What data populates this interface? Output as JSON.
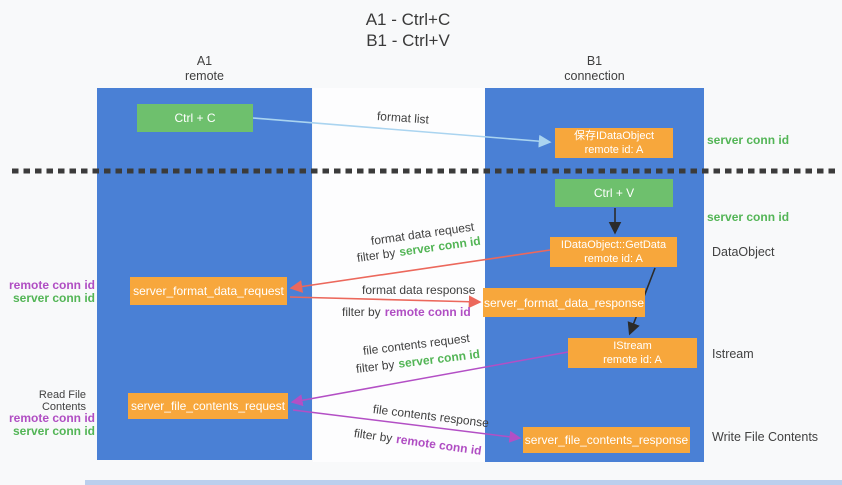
{
  "title": {
    "line1": "A1 - Ctrl+C",
    "line2": "B1 - Ctrl+V"
  },
  "lanes": {
    "left": {
      "title": "A1",
      "subtitle": "remote"
    },
    "right": {
      "title": "B1",
      "subtitle": "connection"
    }
  },
  "nodes": {
    "ctrl_c": "Ctrl + C",
    "ctrl_v": "Ctrl + V",
    "save_dataobject": {
      "line1": "保存IDataObject",
      "line2": "remote id: A"
    },
    "getdata": {
      "line1": "IDataObject::GetData",
      "line2": "remote id: A"
    },
    "istream": {
      "line1": "IStream",
      "line2": "remote id: A"
    },
    "server_format_data_request": "server_format_data_request",
    "server_format_data_response": "server_format_data_response",
    "server_file_contents_request": "server_file_contents_request",
    "server_file_contents_response": "server_file_contents_response"
  },
  "edges": {
    "format_list": "format list",
    "format_data_request": "format data request",
    "format_data_response": "format data response",
    "file_contents_request": "file contents request",
    "file_contents_response": "file contents response",
    "filter_by": "filter by",
    "server_conn_id": "server conn id",
    "remote_conn_id": "remote conn id"
  },
  "side_labels": {
    "server_conn_id_top": "server conn id",
    "server_conn_id_mid": "server conn id",
    "dataobject": "DataObject",
    "istream": "Istream",
    "read_file_contents": "Read File Contents",
    "write_file_contents": "Write File Contents",
    "remote_conn_id": "remote conn id",
    "server_conn_id": "server conn id"
  },
  "colors": {
    "lane_blue": "#4a80d5",
    "box_green": "#6ec06d",
    "box_orange": "#f7a73c",
    "arrow_red": "#ec685c",
    "arrow_purple": "#b34fc5",
    "arrow_blue": "#aad4f0",
    "arrow_black": "#2b2b2b",
    "label_green": "#53b556",
    "label_purple": "#b04ec3"
  }
}
